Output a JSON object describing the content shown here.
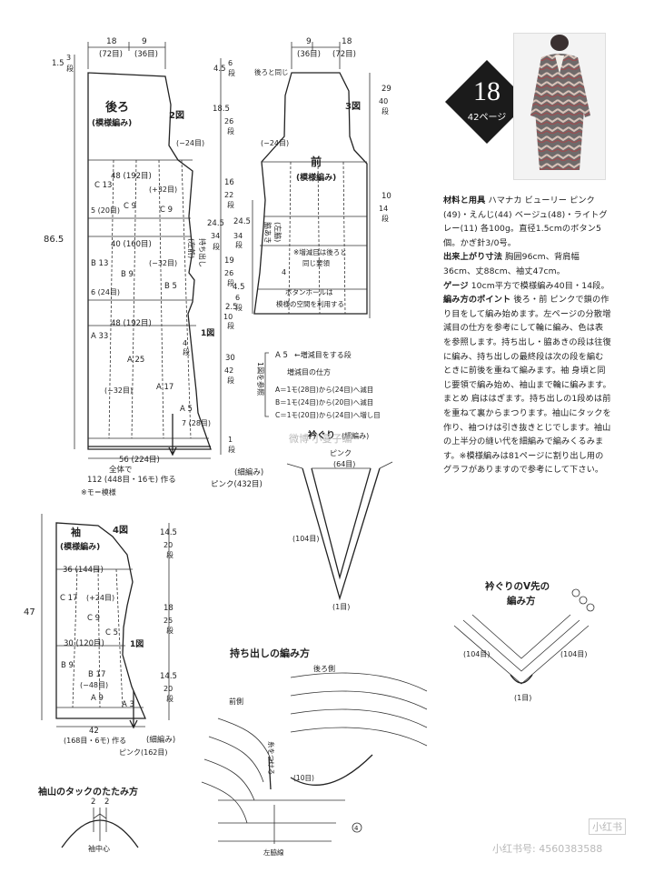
{
  "badge": {
    "number": "18",
    "page": "42ページ"
  },
  "info": {
    "materials_label": "材料と用具",
    "materials_text": "ハマナカ ビューリー ピンク(49)・えんじ(44) ベージュ(48)・ライトグレー(11) 各100g。直径1.5cmのボタン5個。かぎ針3/0号。",
    "size_label": "出来上がり寸法",
    "size_text": "胸囲96cm、背肩幅36cm、丈88cm、袖丈47cm。",
    "gauge_label": "ゲージ",
    "gauge_text": "10cm平方で模様編み40目・14段。",
    "points_label": "編み方のポイント",
    "points_text": "後ろ・前 ピンクで鎖の作り目をして編み始めます。左ページの分散増減目の仕方を参考にして輪に編み、色は表を参照します。持ち出し・脇あきの段は往復に編み、持ち出しの最終段は次の段を編むときに前後を重ねて編みます。袖 身頃と同じ要領で編み始め、袖山まで輪に編みます。まとめ 肩ははぎます。持ち出しの1段めは前を重ねて裏からまつります。袖山にタックを作り、袖つけは引き抜きとじでします。袖山の上半分の縫い代を細編みで編みくるみます。※模様編みは81ページに割り出し用のグラフがありますので参考にして下さい。"
  },
  "watermarks": {
    "center": "微博·小曼子编",
    "bottom_right": "小红书",
    "bottom_id": "小红书号: 4560383588"
  },
  "back": {
    "title": "後ろ",
    "pattern": "(模様編み)",
    "fig": "2図",
    "top_w1": "18",
    "top_w1s": "(72目)",
    "top_w2": "9",
    "top_w2s": "(36目)",
    "left_a": "1.5",
    "left_a2": "3",
    "left_a3": "段",
    "total_h": "86.5",
    "dec_top": "(−24目)",
    "w48": "48 (192目)",
    "c13": "C 13",
    "plus32": "(+32目)",
    "row5": "5 (20目)",
    "c9": "C 9",
    "c9b": "C 9",
    "w40": "40 (160目)",
    "b13": "B 13",
    "b9": "B 9",
    "minus32": "(−32目)",
    "row6": "6 (24目)",
    "b5": "B 5",
    "w48b": "48 (192目)",
    "a33": "A 33",
    "a25": "A 25",
    "a17": "A 17",
    "minus32b": "(−32目)",
    "a5": "A 5",
    "row7": "7 (28目)",
    "w56": "56 (224目)",
    "all": "全体で",
    "stitches": "112 (448目・16モ) 作る",
    "note": "※モ＝模様",
    "edge": "(細編み)",
    "pink": "ピンク(432目)"
  },
  "right_dims": {
    "h45": "4.5",
    "h6": "6",
    "h6s": "段",
    "h185": "18.5",
    "h26": "26",
    "h26s": "段",
    "h16": "16",
    "h22": "22",
    "h22s": "段",
    "h245": "24.5",
    "h34": "34",
    "h34s": "段",
    "mochi": "持ち出し",
    "mochi2": "(左前)",
    "h19": "19",
    "h26b": "26",
    "h26bs": "段",
    "h25": "2.5",
    "h10": "10",
    "h10s": "段",
    "fig1": "1図",
    "h4": "4",
    "h4s": "段",
    "h30": "30",
    "h42": "42",
    "h42s": "段",
    "h1": "1",
    "h1s": "段",
    "edge2": "(細編み)"
  },
  "front": {
    "top_w1": "9",
    "top_w1s": "(36目)",
    "top_w2": "18",
    "top_w2s": "(72目)",
    "same": "後ろと同じ",
    "fig": "3図",
    "title": "前",
    "pattern": "(模様編み)",
    "dec": "(−24目)",
    "h29": "29",
    "h40": "40",
    "h40s": "段",
    "h10": "10",
    "h14": "14",
    "h14s": "段",
    "h245": "24.5",
    "h34": "34",
    "h34s": "段",
    "waki": "脇あき",
    "waki2": "(左脇)",
    "note1": "※増減目は後ろと",
    "note2": "同じ要領",
    "h45": "4.5",
    "h6": "6",
    "h6s": "段",
    "four": "4",
    "btn1": "ボタンホールは",
    "btn2": "模様の空間を利用する"
  },
  "legend": {
    "fig1": "1図を参照",
    "a5": "A 5",
    "inc_row": "←増減目をする段",
    "how": "増減目の仕方",
    "row_a": "A＝1モ(28目)から(24目)へ減目",
    "row_b": "B＝1モ(24目)から(20目)へ減目",
    "row_c": "C＝1モ(20目)から(24目)へ増し目"
  },
  "collar": {
    "title": "衿ぐり",
    "edge": "(細編み)",
    "pink": "ピンク",
    "top": "(64目)",
    "side": "(104目)",
    "bottom": "(1目)"
  },
  "sleeve": {
    "title": "袖",
    "pattern": "(模様編み)",
    "fig": "4図",
    "h47": "47",
    "w36": "36 (144目)",
    "c17": "C 17",
    "plus24": "(+24目)",
    "c9": "C 9",
    "c5": "C 5",
    "w30": "30 (120目)",
    "b9": "B 9",
    "b17": "B 17",
    "minus48": "(−48目)",
    "a9": "A 9",
    "a3": "A 3",
    "fig1": "1図",
    "w42": "42",
    "stitches": "(168目・6モ) 作る",
    "edge": "(細編み)",
    "pink": "ピンク(162目)",
    "h145": "14.5",
    "h20": "20",
    "h20s": "段",
    "h18": "18",
    "h25": "25",
    "h25s": "段",
    "h145b": "14.5",
    "h20b": "20",
    "h20bs": "段"
  },
  "tuck": {
    "title": "袖山のタックのたたみ方",
    "two_a": "2",
    "two_b": "2",
    "center": "袖中心"
  },
  "mochidashi": {
    "title": "持ち出しの編み方",
    "back": "後ろ側",
    "front": "前側",
    "fold": "糸をつける",
    "ten": "(10目)",
    "four": "4",
    "side": "左脇線"
  },
  "vneck": {
    "title1": "衿ぐりのV先の",
    "title2": "編み方",
    "left": "(104目)",
    "right": "(104目)",
    "bottom": "(1目)"
  }
}
